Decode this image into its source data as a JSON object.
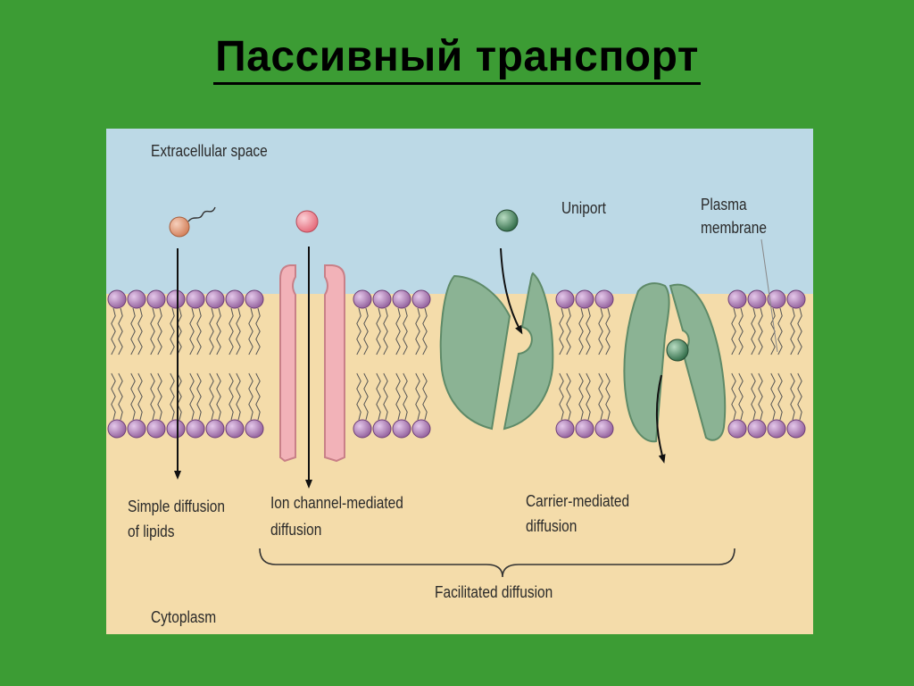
{
  "title": "Пассивный транспорт",
  "diagram": {
    "labels": {
      "extracellular": "Extracellular space",
      "uniport": "Uniport",
      "plasma_line1": "Plasma",
      "plasma_line2": "membrane",
      "simple_line1": "Simple diffusion",
      "simple_line2": "of lipids",
      "ion_line1": "Ion channel-mediated",
      "ion_line2": "diffusion",
      "carrier_line1": "Carrier-mediated",
      "carrier_line2": "diffusion",
      "facilitated": "Facilitated diffusion",
      "cytoplasm": "Cytoplasm"
    },
    "colors": {
      "slide_background": "#3c9c34",
      "extracellular": "#bcd9e6",
      "cytoplasm": "#f4dcaa",
      "lipid_head": "#9e6aa6",
      "channel_protein": "#f2b2b8",
      "carrier_protein": "#8bb394",
      "molecule_lipid": "#d8906c",
      "molecule_ion": "#ec7a86",
      "molecule_carrier": "#3f7a55"
    }
  }
}
